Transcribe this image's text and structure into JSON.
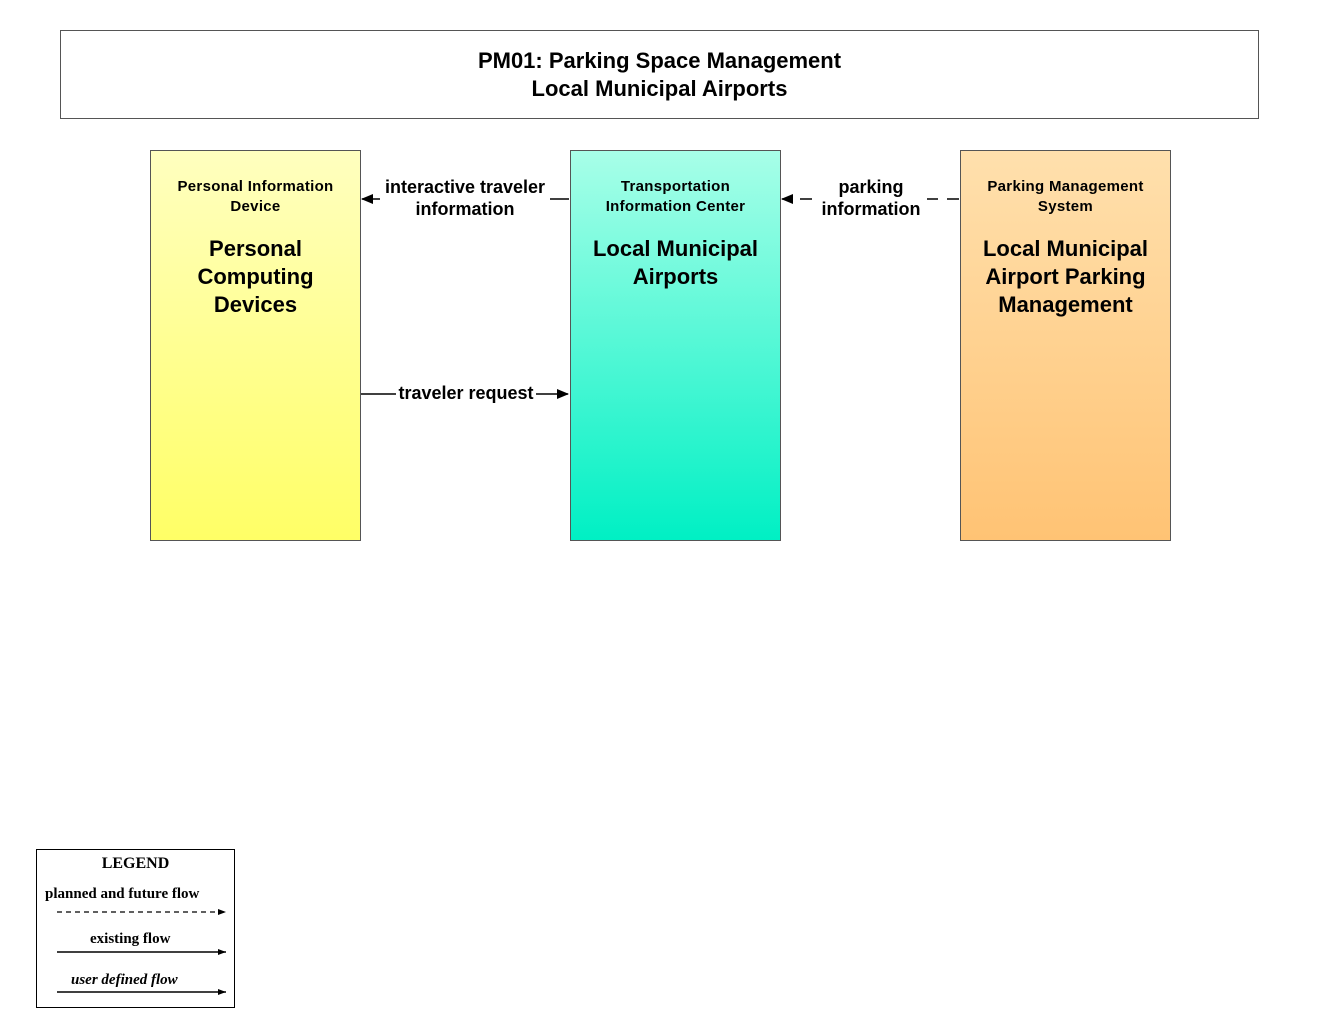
{
  "title": {
    "line1": "PM01: Parking Space Management",
    "line2": "Local Municipal Airports"
  },
  "nodes": {
    "personal_device": {
      "category": "Personal Information Device",
      "name": "Personal Computing Devices",
      "gradient": [
        "#ffffbf",
        "#ffff66"
      ]
    },
    "tic": {
      "category": "Transportation Information Center",
      "name": "Local Municipal Airports",
      "gradient": [
        "#a8ffe8",
        "#00f0c4"
      ]
    },
    "parking": {
      "category": "Parking Management System",
      "name": "Local Municipal Airport Parking Management",
      "gradient": [
        "#ffe0ad",
        "#ffc374"
      ]
    }
  },
  "flows": {
    "interactive_traveler_information": {
      "label": "interactive traveler information",
      "from": "Local Municipal Airports",
      "to": "Personal Computing Devices",
      "style": "existing"
    },
    "parking_information": {
      "label": "parking information",
      "from": "Local Municipal Airport Parking Management",
      "to": "Local Municipal Airports",
      "style": "planned"
    },
    "traveler_request": {
      "label": "traveler request",
      "from": "Personal Computing Devices",
      "to": "Local Municipal Airports",
      "style": "existing"
    }
  },
  "legend": {
    "title": "LEGEND",
    "planned": "planned and future flow",
    "existing": "existing flow",
    "user_defined": "user defined flow"
  }
}
